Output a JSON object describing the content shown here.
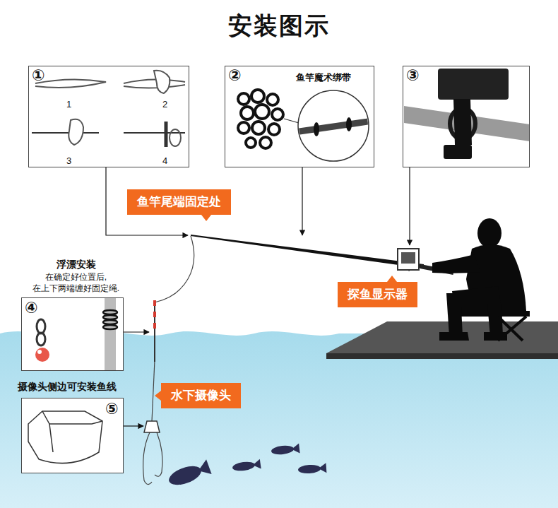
{
  "diagram": {
    "title": "安装图示",
    "nodes": [
      {
        "text": [
          "①",
          "1",
          "2",
          "3",
          "4"
        ]
      },
      {
        "text": [
          "②",
          "鱼竿魔术绑带"
        ]
      },
      {
        "text": [
          "③"
        ]
      },
      {
        "text": [
          "鱼竿尾端固定处"
        ]
      },
      {
        "text": [
          "浮漂安装",
          "在确定好位置后, 在上下两端缠好固定绳.",
          "④"
        ]
      },
      {
        "text": [
          "探鱼显示器"
        ]
      },
      {
        "text": [
          "摄像头侧边可安装鱼线",
          "⑤"
        ]
      },
      {
        "text": [
          "水下摄像头"
        ]
      }
    ]
  }
}
